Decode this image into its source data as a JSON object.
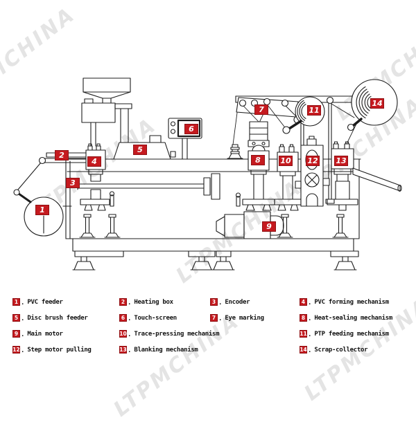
{
  "watermark": {
    "text": "LTPMCHINA"
  },
  "colors": {
    "badge_red": "#c51a1f",
    "line_black": "#1c1c1c"
  },
  "legend": {
    "separator": ".",
    "items": [
      {
        "number": "1",
        "label": "PVC feeder"
      },
      {
        "number": "2",
        "label": "Heating box"
      },
      {
        "number": "3",
        "label": "Encoder"
      },
      {
        "number": "4",
        "label": "PVC forming mechanism"
      },
      {
        "number": "5",
        "label": "Disc brush feeder"
      },
      {
        "number": "6",
        "label": "Touch-screen"
      },
      {
        "number": "7",
        "label": "Eye marking"
      },
      {
        "number": "8",
        "label": "Heat-sealing mechanism"
      },
      {
        "number": "9",
        "label": "Main motor"
      },
      {
        "number": "10",
        "label": "Trace-pressing mechanism"
      },
      {
        "number": "11",
        "label": "PTP feeding mechanism"
      },
      {
        "number": "12",
        "label": "Step motor pulling"
      },
      {
        "number": "13",
        "label": "Blanking mechanism"
      },
      {
        "number": "14",
        "label": "Scrap-collector"
      }
    ]
  }
}
